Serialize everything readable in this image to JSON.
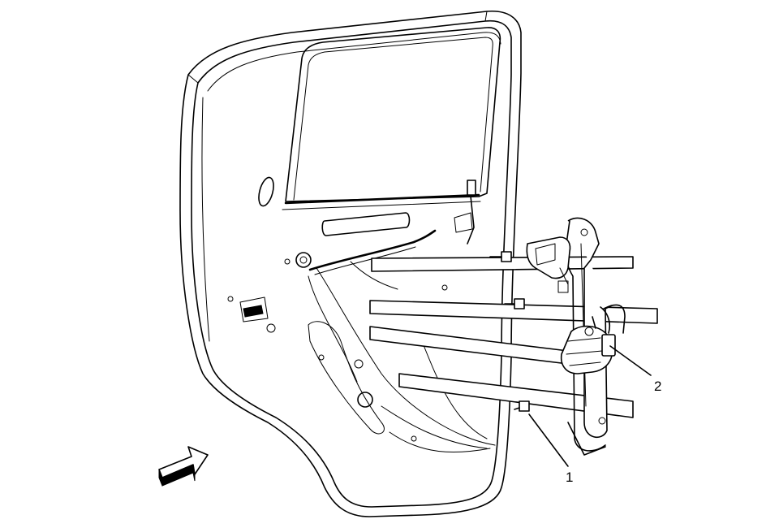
{
  "diagram": {
    "callouts": [
      {
        "id": "1",
        "label": "1"
      },
      {
        "id": "2",
        "label": "2"
      }
    ],
    "icons": {
      "direction_arrow": "view-direction-arrow-icon"
    },
    "colors": {
      "line": "#000000",
      "background": "#ffffff"
    }
  }
}
